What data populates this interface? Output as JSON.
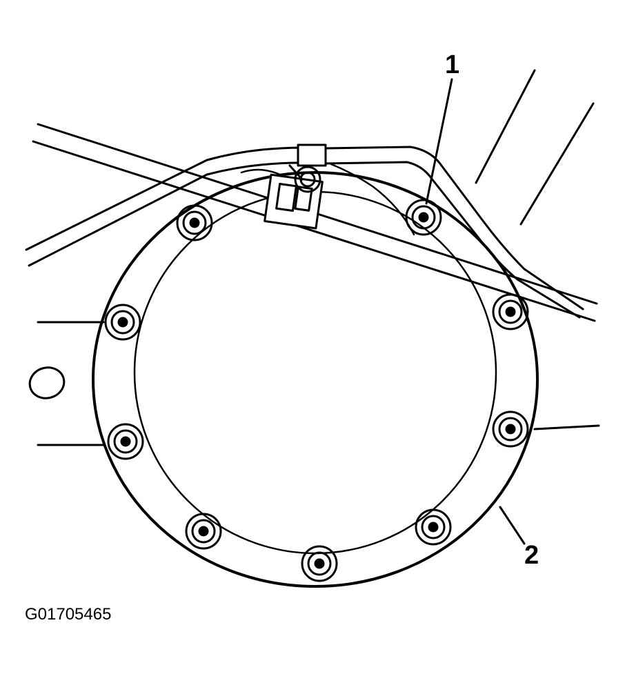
{
  "diagram": {
    "callouts": [
      {
        "id": "1",
        "label": "1"
      },
      {
        "id": "2",
        "label": "2"
      }
    ],
    "figure_id": "G01705465",
    "colors": {
      "line": "#000000",
      "background": "#ffffff"
    }
  }
}
